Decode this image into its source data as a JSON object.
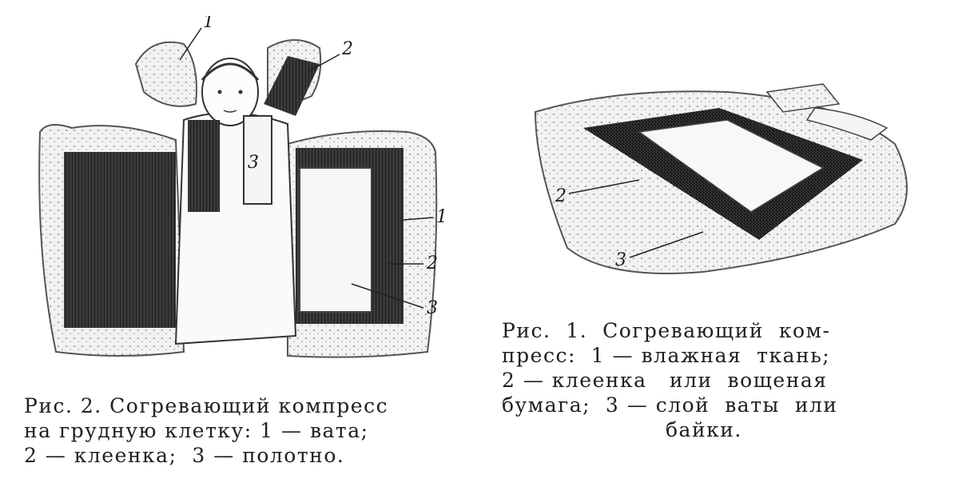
{
  "figure2": {
    "callouts": {
      "c1_top": "1",
      "c2_top": "2",
      "c3_mid": "3",
      "c1_right": "1",
      "c2_right": "2",
      "c3_right": "3"
    },
    "caption": {
      "line1": "Рис. 2. Согревающий компресс",
      "line2": "на грудную клетку: 1 — вата;",
      "line3": "2 — клеенка;  3 — полотно."
    }
  },
  "figure1": {
    "callouts": {
      "c2": "2",
      "c3": "3"
    },
    "caption": {
      "line1": "Рис.  1.  Согревающий  ком-",
      "line2": "пресс:  1 — влажная  ткань;",
      "line3": "2 — клеенка   или  вощеная",
      "line4": "бумага;  3 — слой  ваты  или",
      "line5": "байки."
    }
  }
}
